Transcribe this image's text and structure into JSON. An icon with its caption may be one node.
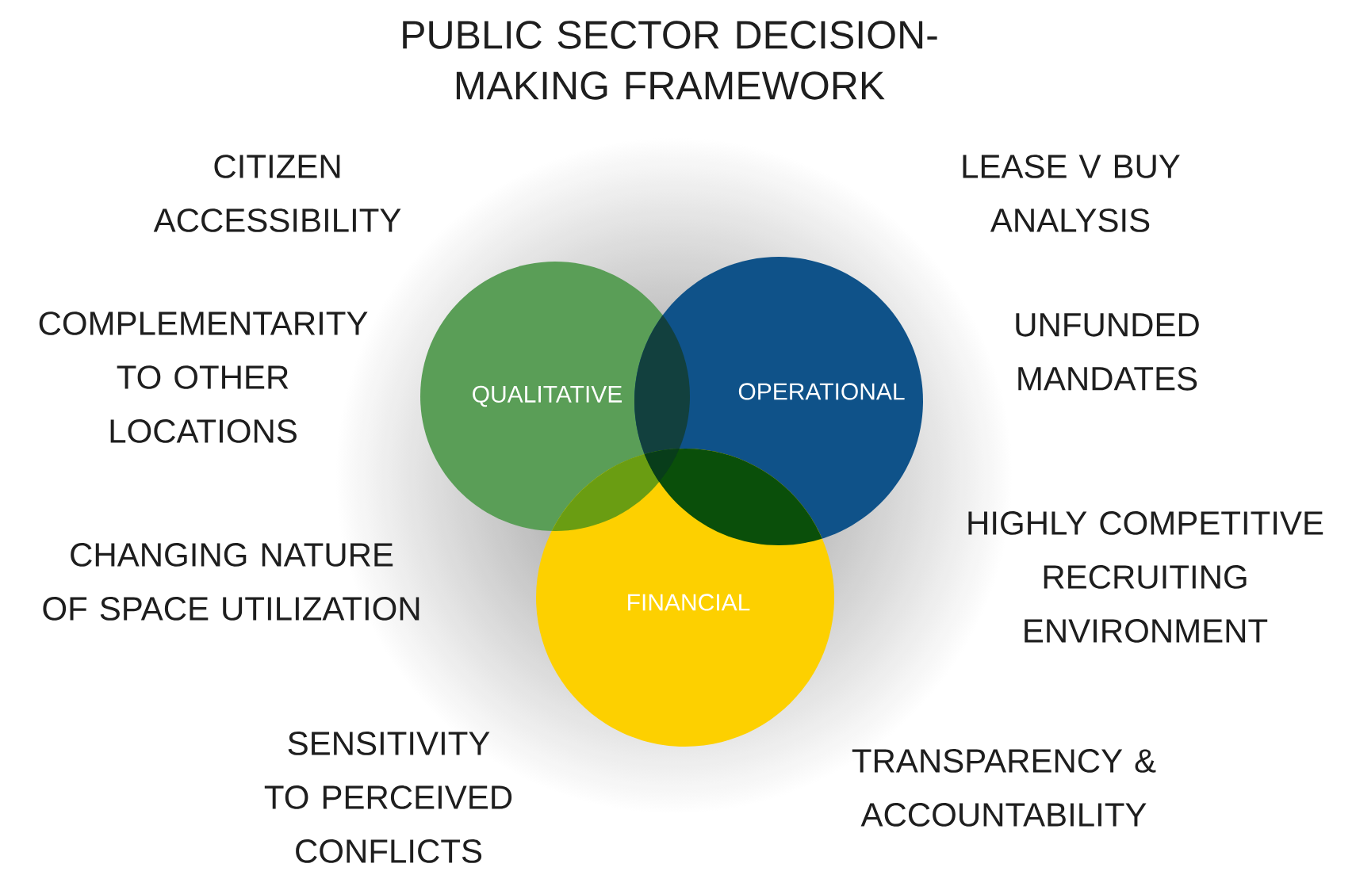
{
  "diagram": {
    "title": "PUBLIC SECTOR DECISION-MAKING FRAMEWORK",
    "nodes": [
      {
        "text": [
          "QUALITATIVE"
        ]
      },
      {
        "text": [
          "OPERATIONAL"
        ]
      },
      {
        "text": [
          "FINANCIAL"
        ]
      }
    ],
    "labels": [
      "CITIZEN ACCESSIBILITY",
      "LEASE V BUY ANALYSIS",
      "COMPLEMENTARITY TO OTHER LOCATIONS",
      "UNFUNDED MANDATES",
      "HIGHLY COMPETITIVE RECRUITING ENVIRONMENT",
      "CHANGING NATURE OF SPACE UTILIZATION",
      "SENSITIVITY TO PERCEIVED CONFLICTS",
      "TRANSPARENCY & ACCOUNTABILITY"
    ]
  }
}
